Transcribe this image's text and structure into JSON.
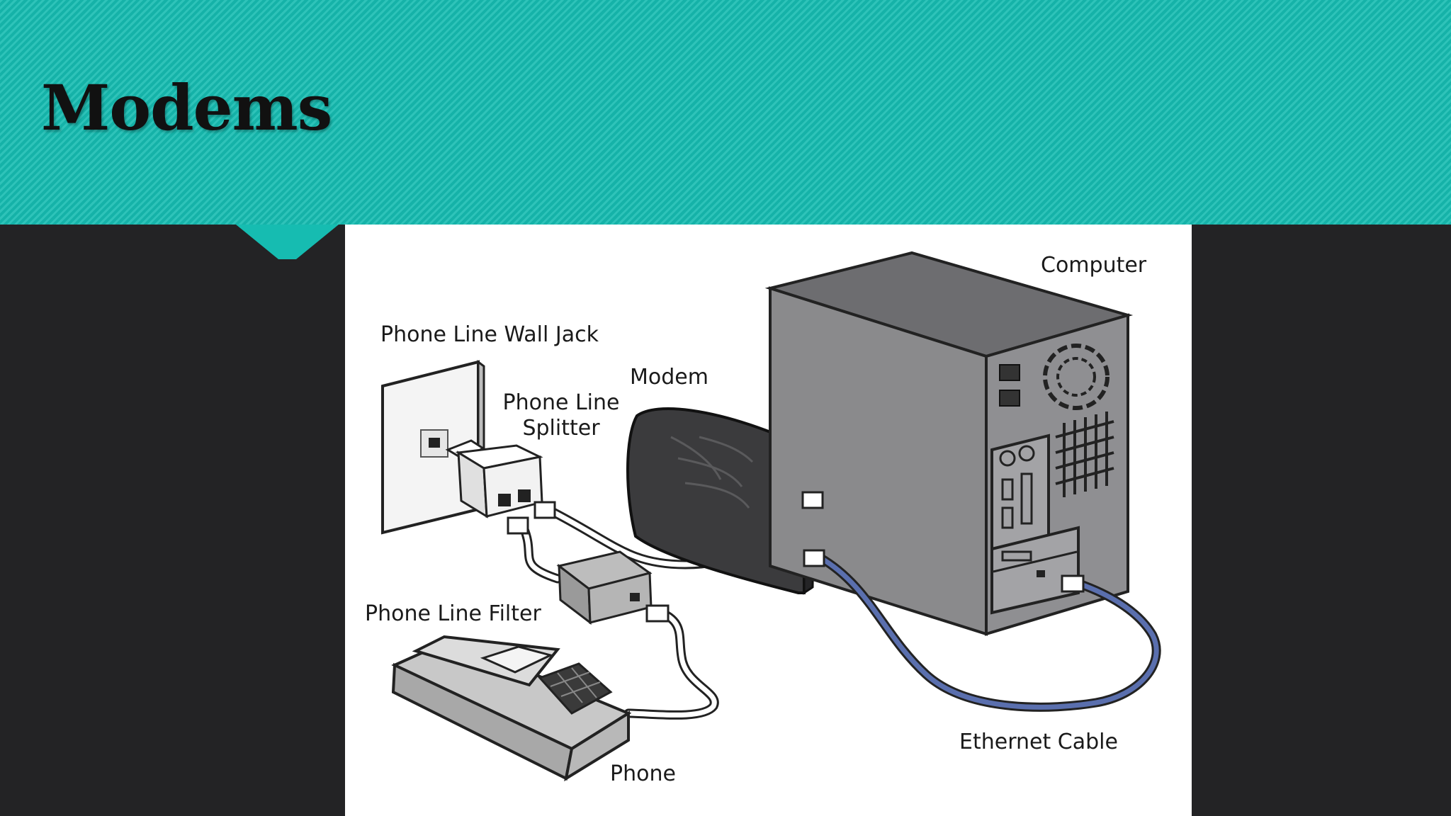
{
  "slide": {
    "title": "Modems"
  },
  "diagram": {
    "labels": {
      "computer": "Computer",
      "wall_jack": "Phone Line Wall Jack",
      "modem": "Modem",
      "splitter_line1": "Phone Line",
      "splitter_line2": "Splitter",
      "filter": "Phone Line Filter",
      "ethernet": "Ethernet Cable",
      "phone": "Phone"
    },
    "colors": {
      "header": "#16bcb1",
      "background": "#232325",
      "computer_front": "#8a8a8c",
      "computer_top": "#6d6d70",
      "computer_side": "#5e5e61",
      "ethernet_cable": "#5a6fae",
      "phone_cable": "#ffffff"
    }
  }
}
